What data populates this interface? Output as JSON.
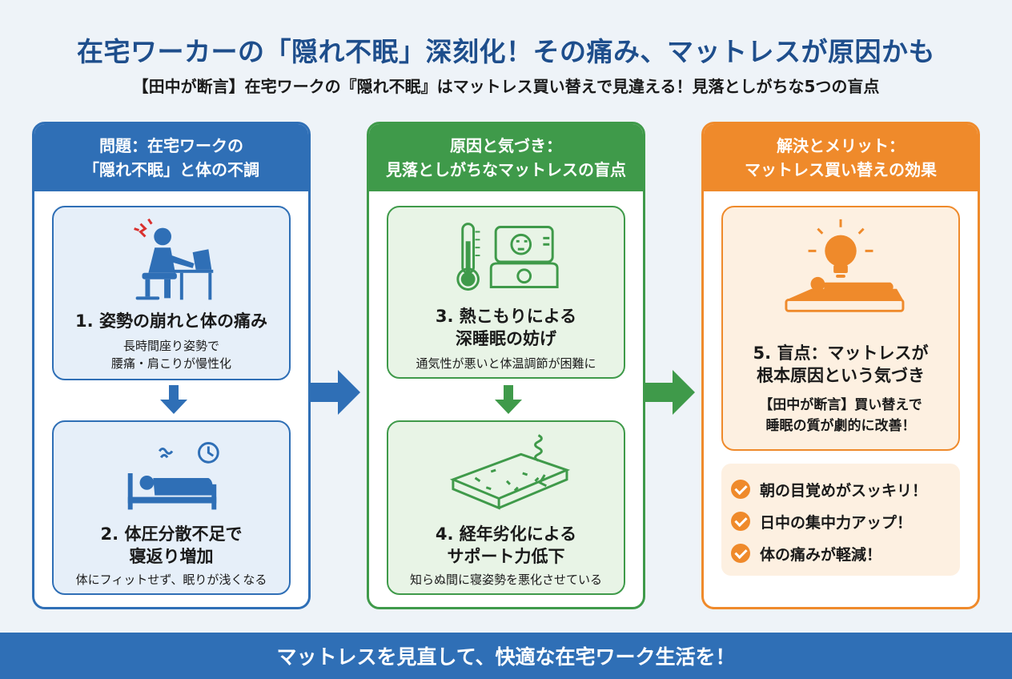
{
  "title": "在宅ワーカーの「隠れ不眠」深刻化！その痛み、マットレスが原因かも",
  "subtitle": "【田中が断言】在宅ワークの『隠れ不眠』はマットレス買い替えで見違える！見落としがちな5つの盲点",
  "columns": [
    {
      "heading_line1": "問題：在宅ワークの",
      "heading_line2": "「隠れ不眠」と体の不調",
      "color": "#2f6fb6",
      "cards": [
        {
          "title": "1. 姿勢の崩れと体の痛み",
          "text_line1": "長時間座り姿勢で",
          "text_line2": "腰痛・肩こりが慢性化",
          "icon": "desk-worker-pain-icon"
        },
        {
          "title_line1": "2. 体圧分散不足で",
          "title_line2": "寝返り増加",
          "text": "体にフィットせず、眠りが浅くなる",
          "icon": "restless-sleep-icon"
        }
      ]
    },
    {
      "heading_line1": "原因と気づき：",
      "heading_line2": "見落としがちなマットレスの盲点",
      "color": "#3f9a4a",
      "cards": [
        {
          "title_line1": "3. 熱こもりによる",
          "title_line2": "深睡眠の妨げ",
          "text": "通気性が悪いと体温調節が困難に",
          "icon": "heat-thermometer-icon"
        },
        {
          "title_line1": "4. 経年劣化による",
          "title_line2": "サポート力低下",
          "text": "知らぬ間に寝姿勢を悪化させている",
          "icon": "worn-mattress-icon"
        }
      ]
    },
    {
      "heading_line1": "解決とメリット：",
      "heading_line2": "マットレス買い替えの効果",
      "color": "#ef8a2b",
      "cards": [
        {
          "title_line1": "5. 盲点：マットレスが",
          "title_line2": "根本原因という気づき",
          "text_line1": "【田中が断言】買い替えで",
          "text_line2": "睡眠の質が劇的に改善！",
          "icon": "lightbulb-sleep-icon"
        }
      ],
      "benefits": [
        "朝の目覚めがスッキリ！",
        "日中の集中力アップ！",
        "体の痛みが軽減！"
      ]
    }
  ],
  "footer": "マットレスを見直して、快適な在宅ワーク生活を！"
}
